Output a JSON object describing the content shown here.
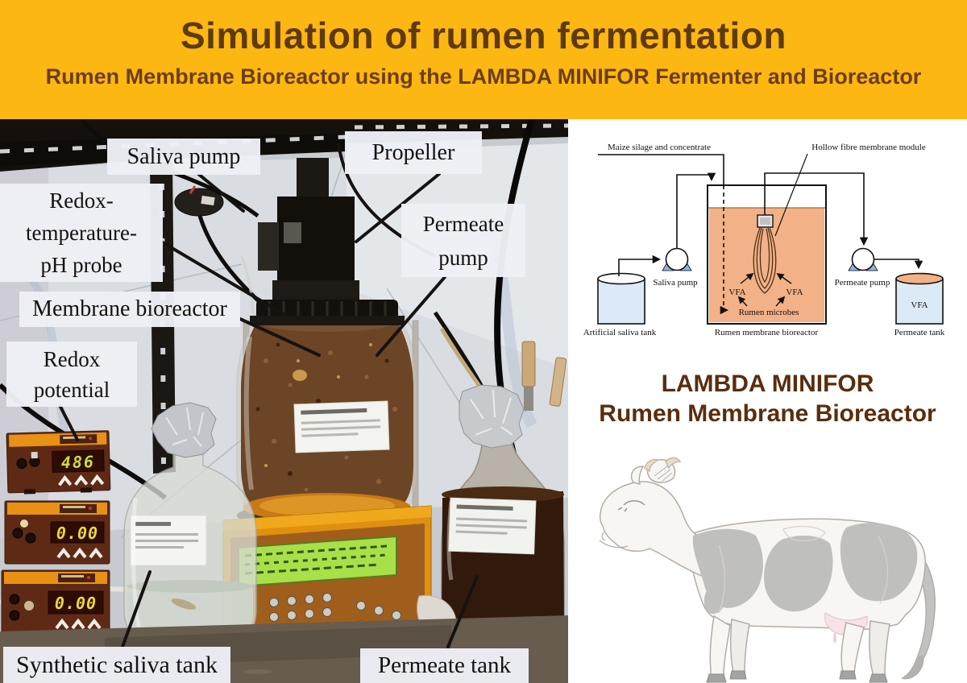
{
  "banner": {
    "title": "Simulation of rumen fermentation",
    "subtitle": "Rumen Membrane Bioreactor using the LAMBDA MINIFOR Fermenter and Bioreactor"
  },
  "photo_labels": {
    "saliva_pump": "Saliva pump",
    "propeller": "Propeller",
    "redox_probe": [
      "Redox-",
      "temperature-",
      "pH probe"
    ],
    "membrane_bioreactor": "Membrane bioreactor",
    "permeate_pump": [
      "Permeate",
      "pump"
    ],
    "redox_potential": [
      "Redox",
      "potential"
    ],
    "synthetic_saliva_tank": "Synthetic saliva tank",
    "permeate_tank": "Permeate tank"
  },
  "controllers": {
    "display1": "486",
    "display2": "0.00",
    "display3": "0.00"
  },
  "diagram": {
    "feed_label": "Maize silage and concentrate",
    "module_label": "Hollow fibre membrane module",
    "saliva_pump": "Saliva pump",
    "artificial_saliva_tank": "Artificial saliva tank",
    "vfa_left": "VFA",
    "vfa_right": "VFA",
    "vfa_tank": "VFA",
    "rumen_microbes": "Rumen microbes",
    "bioreactor_label": "Rumen membrane bioreactor",
    "permeate_pump": "Permeate pump",
    "permeate_tank": "Permeate tank"
  },
  "caption": {
    "line1": "LAMBDA MINIFOR",
    "line2": "Rumen Membrane Bioreactor"
  },
  "colors": {
    "banner_bg": "#FDB713",
    "banner_text": "#5E3A10",
    "caption_text": "#5A2D0D",
    "diagram_liquid": "#F2B186",
    "diagram_tank_fill": "#DCE9F6",
    "diagram_pump_base": "#8FB4DC",
    "photo_label_bg": "#EDEFF6",
    "led_green": "#CEDE3C",
    "led_yellow": "#ECD83C"
  }
}
